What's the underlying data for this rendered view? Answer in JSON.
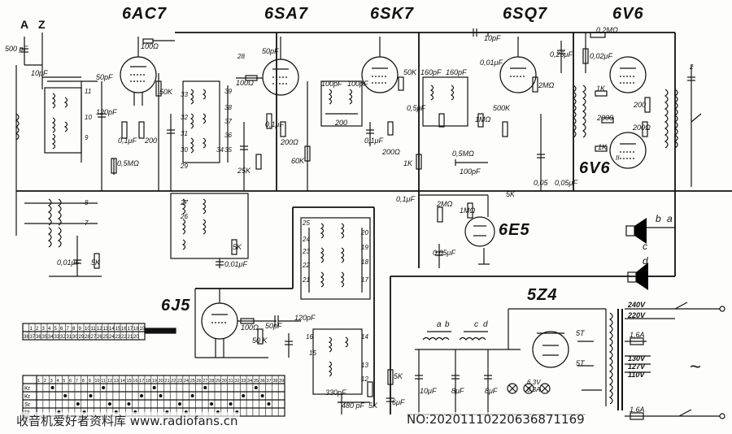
{
  "tubes": {
    "v1": "6AC7",
    "v2": "6SA7",
    "v3": "6SK7",
    "v4": "6SQ7",
    "v5": "6V6",
    "v6": "6V6",
    "v6_sup": "II",
    "v7": "6E5",
    "v8": "6J5",
    "v9": "5Z4"
  },
  "terminals": {
    "antenna": "A",
    "ground": "Z",
    "speaker_b": "b",
    "speaker_a": "a",
    "speaker_c": "c",
    "speaker_d": "d"
  },
  "components": {
    "c_ant": "500 pF",
    "c_10pf": "10pF",
    "r_100": "100Ω",
    "r_50k_v1": "50K",
    "c_50pf_a": "50pF",
    "c_120pf": "120pF",
    "c_01_v1": "0,1μF",
    "r_05m": "0,5MΩ",
    "r_200_v1": "200",
    "c_50pf_b": "50pF",
    "r_100_v2": "100Ω",
    "c_01_v2": "0,1μF",
    "r_200_v2": "200Ω",
    "r_60k": "60K",
    "r_25k": "25K",
    "c_100pf_if1": "100pF",
    "c_100pf_if2": "100pF",
    "r_200_if": "200",
    "c_160a": "160pF",
    "c_160b": "160pF",
    "r_50k_v3": "50K",
    "c_05": "0,5μF",
    "c_01_v3": "0,1μF",
    "r_200_v3": "200Ω",
    "r_1k": "1K",
    "c_10pf_top": "10pF",
    "c_001": "0,01μF",
    "r_1m": "1MΩ",
    "r_500k": "500K",
    "r_05m_v4": "0,5MΩ",
    "c_100pf_v4": "100pF",
    "r_2m": "2MΩ",
    "c_05_v4": "0,05μF",
    "c_025": "0,25μF",
    "r_02m": "0,2MΩ",
    "c_002": "0,02μF",
    "r_1k_a": "1K",
    "r_1k_b": "1K",
    "r_200_v5": "200",
    "r_2000": "2000",
    "r_200_v6": "200Ω",
    "r_5k_v5": "5K",
    "c_005a": "0,05",
    "c_005b": "0,05μF",
    "c_01_mid": "0,1μF",
    "r_2m_e5": "2MΩ",
    "r_1m_e5": "1MΩ",
    "c_005_e5": "0,05μF",
    "r_5k_osc": "5K",
    "c_001_osc": "0,01μF",
    "r_100_j5": "100Ω",
    "c_50pf_j5": "50pF",
    "c_120pf_j5": "120pF",
    "r_50k_j5": "50 K",
    "c_330": "330pF",
    "c_480": "480 pF",
    "r_5k_j5": "5K",
    "c_6": "6μF",
    "c_10uf": "10μF",
    "c_8a": "8μF",
    "c_8b": "8μF",
    "r_5k_ps": "5K",
    "lamp": "6,3V 0,3A",
    "fuse1": "1,6A",
    "fuse2": "1,6A",
    "c_5t": "5T",
    "c_5t2": "5T",
    "c_001_ant": "0,01μF",
    "r_5k_ant": "5K"
  },
  "switch_nums": [
    "11",
    "10",
    "9",
    "8",
    "7",
    "39",
    "38",
    "37",
    "36",
    "35",
    "34",
    "33",
    "32",
    "31",
    "30",
    "29",
    "28",
    "27",
    "26",
    "25",
    "24",
    "23",
    "22",
    "21",
    "20",
    "19",
    "18",
    "17",
    "16",
    "15",
    "14",
    "13",
    "12",
    "2"
  ],
  "mains": {
    "v240": "240V",
    "v220": "220V",
    "v130": "130V",
    "v127": "127V",
    "v110": "110V",
    "ac": "~"
  },
  "table_small": {
    "row1": [
      "",
      "1",
      "2",
      "3",
      "4",
      "5",
      "6",
      "7",
      "8",
      "9",
      "10",
      "11",
      "12",
      "13",
      "14",
      "15",
      "16",
      "17",
      "18",
      "19"
    ],
    "row2": [
      "38",
      "37",
      "36",
      "35",
      "34",
      "33",
      "32",
      "31",
      "30",
      "29",
      "28",
      "27",
      "26",
      "25",
      "24",
      "23",
      "22",
      "21",
      "20"
    ]
  },
  "table_big": {
    "header": [
      "",
      "1",
      "2",
      "3",
      "4",
      "5",
      "6",
      "7",
      "8",
      "9",
      "10",
      "11",
      "12",
      "13",
      "14",
      "15",
      "16",
      "17",
      "18",
      "19",
      "20",
      "21",
      "22",
      "23",
      "24",
      "25",
      "26",
      "27",
      "28",
      "29",
      "30",
      "31",
      "32",
      "33",
      "34",
      "35",
      "36",
      "37",
      "38",
      "39"
    ],
    "rows": [
      "Kr",
      "Kr",
      "Sr",
      "Dl",
      "Gr"
    ]
  },
  "watermark": {
    "left": "收音机爱好者资料库 www.radiofans.cn",
    "right": "NO:20201110220636871169"
  }
}
